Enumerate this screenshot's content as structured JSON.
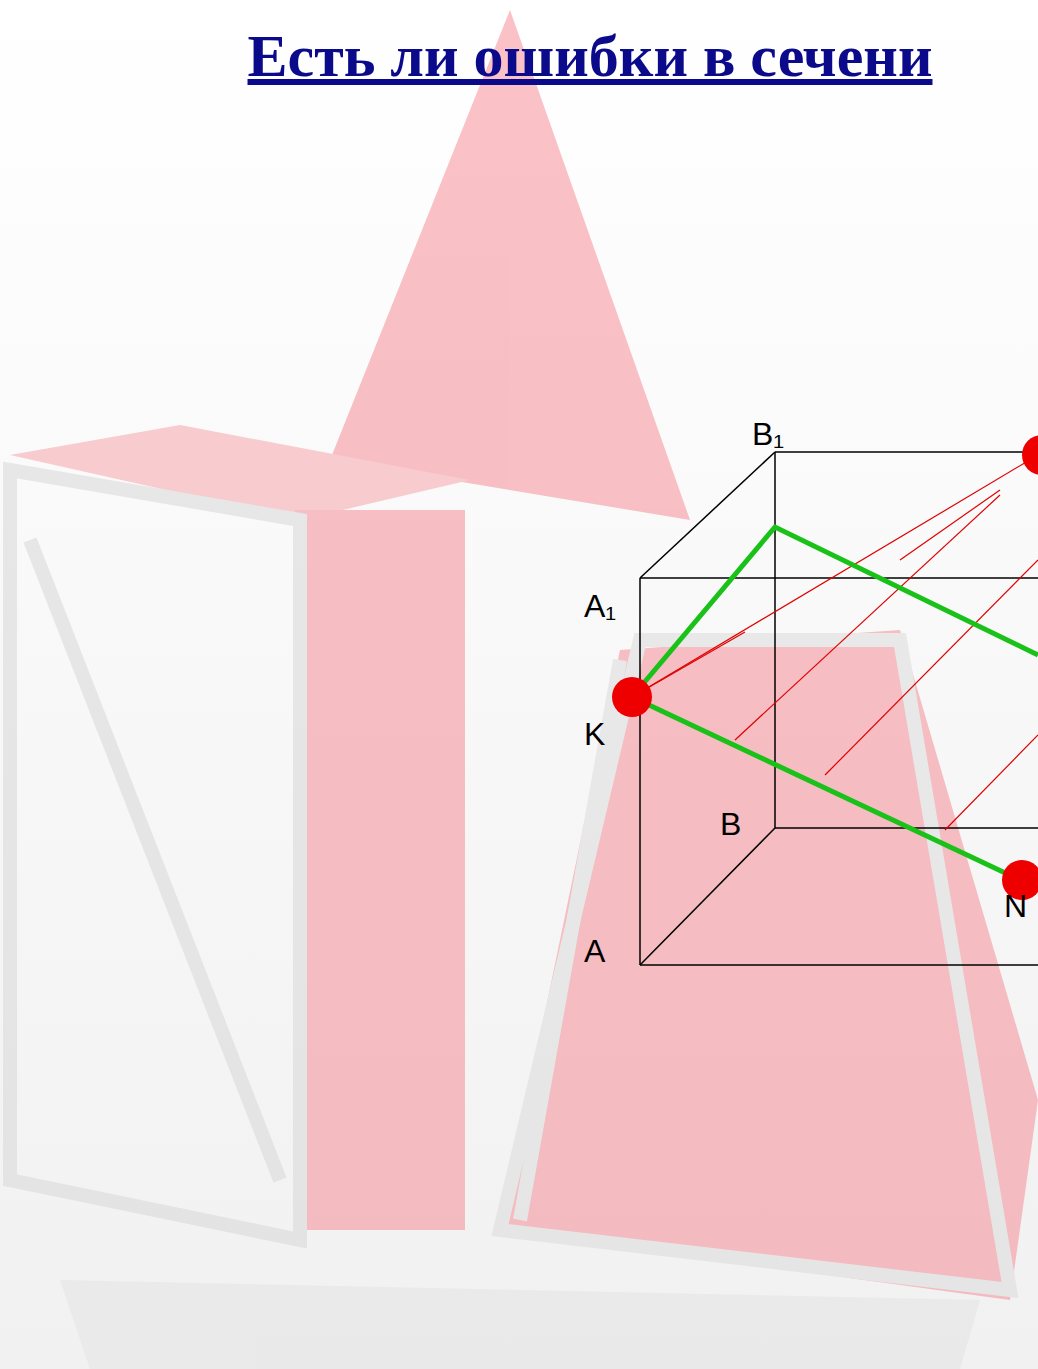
{
  "diagram": {
    "title": "Есть ли ошибки в сечени",
    "labels": [
      "B₁",
      "A₁",
      "K",
      "B",
      "A",
      "N"
    ]
  }
}
